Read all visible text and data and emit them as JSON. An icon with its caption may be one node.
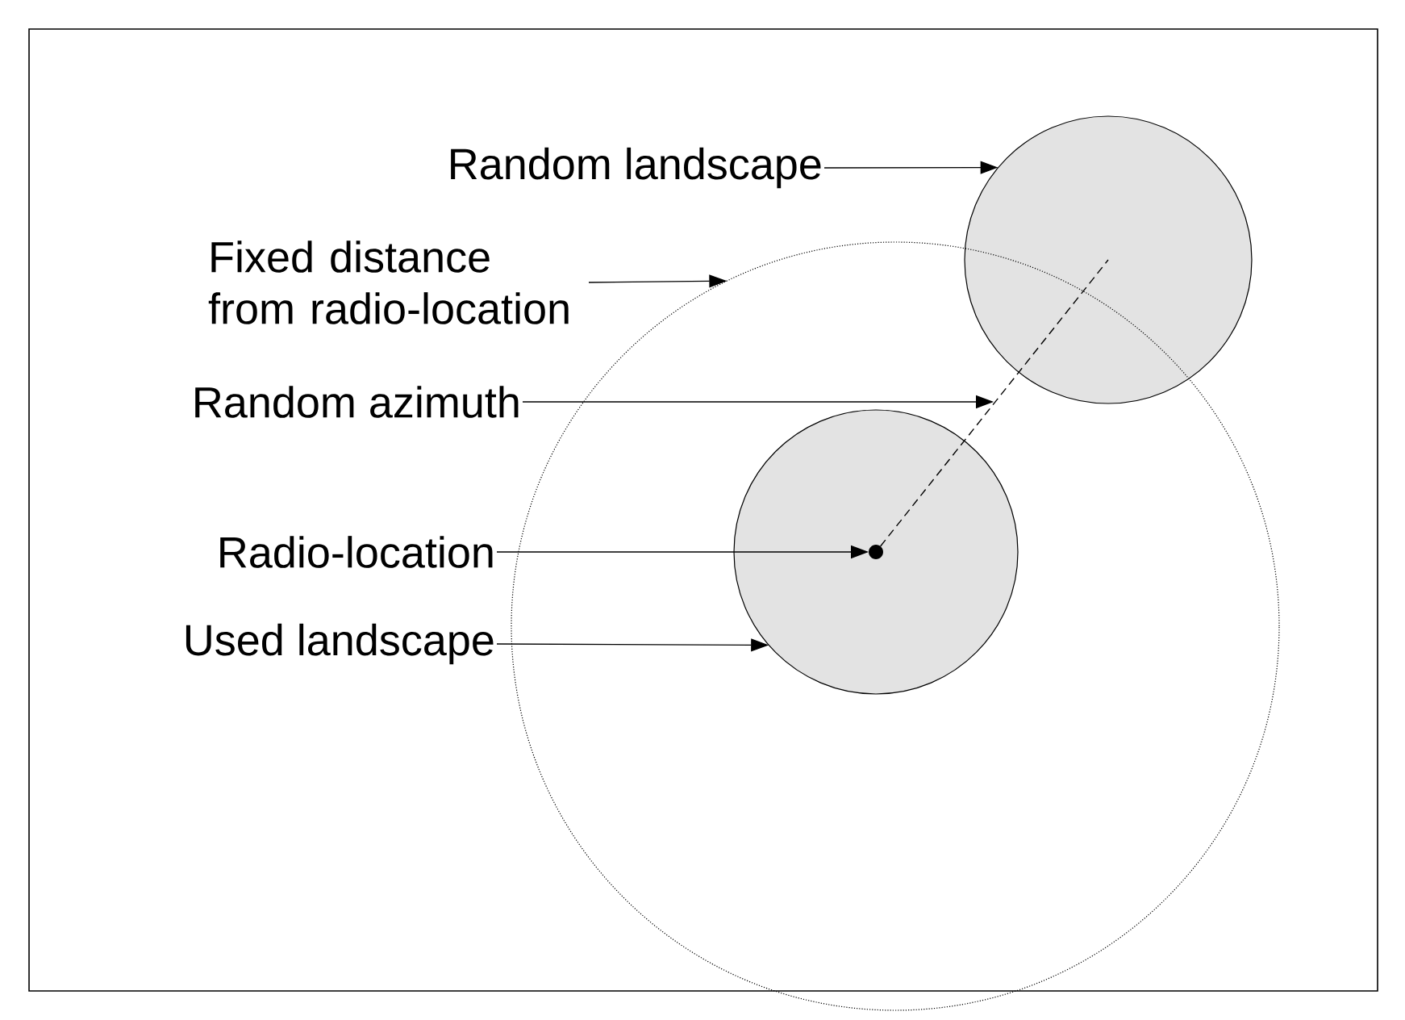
{
  "diagram": {
    "nodes": [
      {
        "text": [
          "Random landscape"
        ]
      },
      {
        "text": [
          "Fixed distance from radio-location"
        ]
      },
      {
        "text": [
          "Random azimuth"
        ]
      },
      {
        "text": [
          "Radio-location"
        ]
      },
      {
        "text": [
          "Used landscape"
        ]
      },
      {
        "text": [],
        "shape": "circle"
      },
      {
        "text": [],
        "shape": "circle",
        "in": 5
      },
      {
        "text": [],
        "shape": "circle"
      },
      {
        "text": [],
        "shape": "circle",
        "in": 6
      }
    ],
    "edges": [
      {
        "from": 0,
        "to": 7,
        "arrow": "to"
      },
      {
        "from": 1,
        "to": 5,
        "arrow": "to"
      },
      {
        "from": 2,
        "to": null,
        "arrow": "to"
      },
      {
        "from": 3,
        "to": 8,
        "arrow": "to"
      },
      {
        "from": 4,
        "to": 6,
        "arrow": "to"
      },
      {
        "from": 8,
        "to": 7,
        "arrow": "none",
        "style": "dashed"
      }
    ]
  }
}
